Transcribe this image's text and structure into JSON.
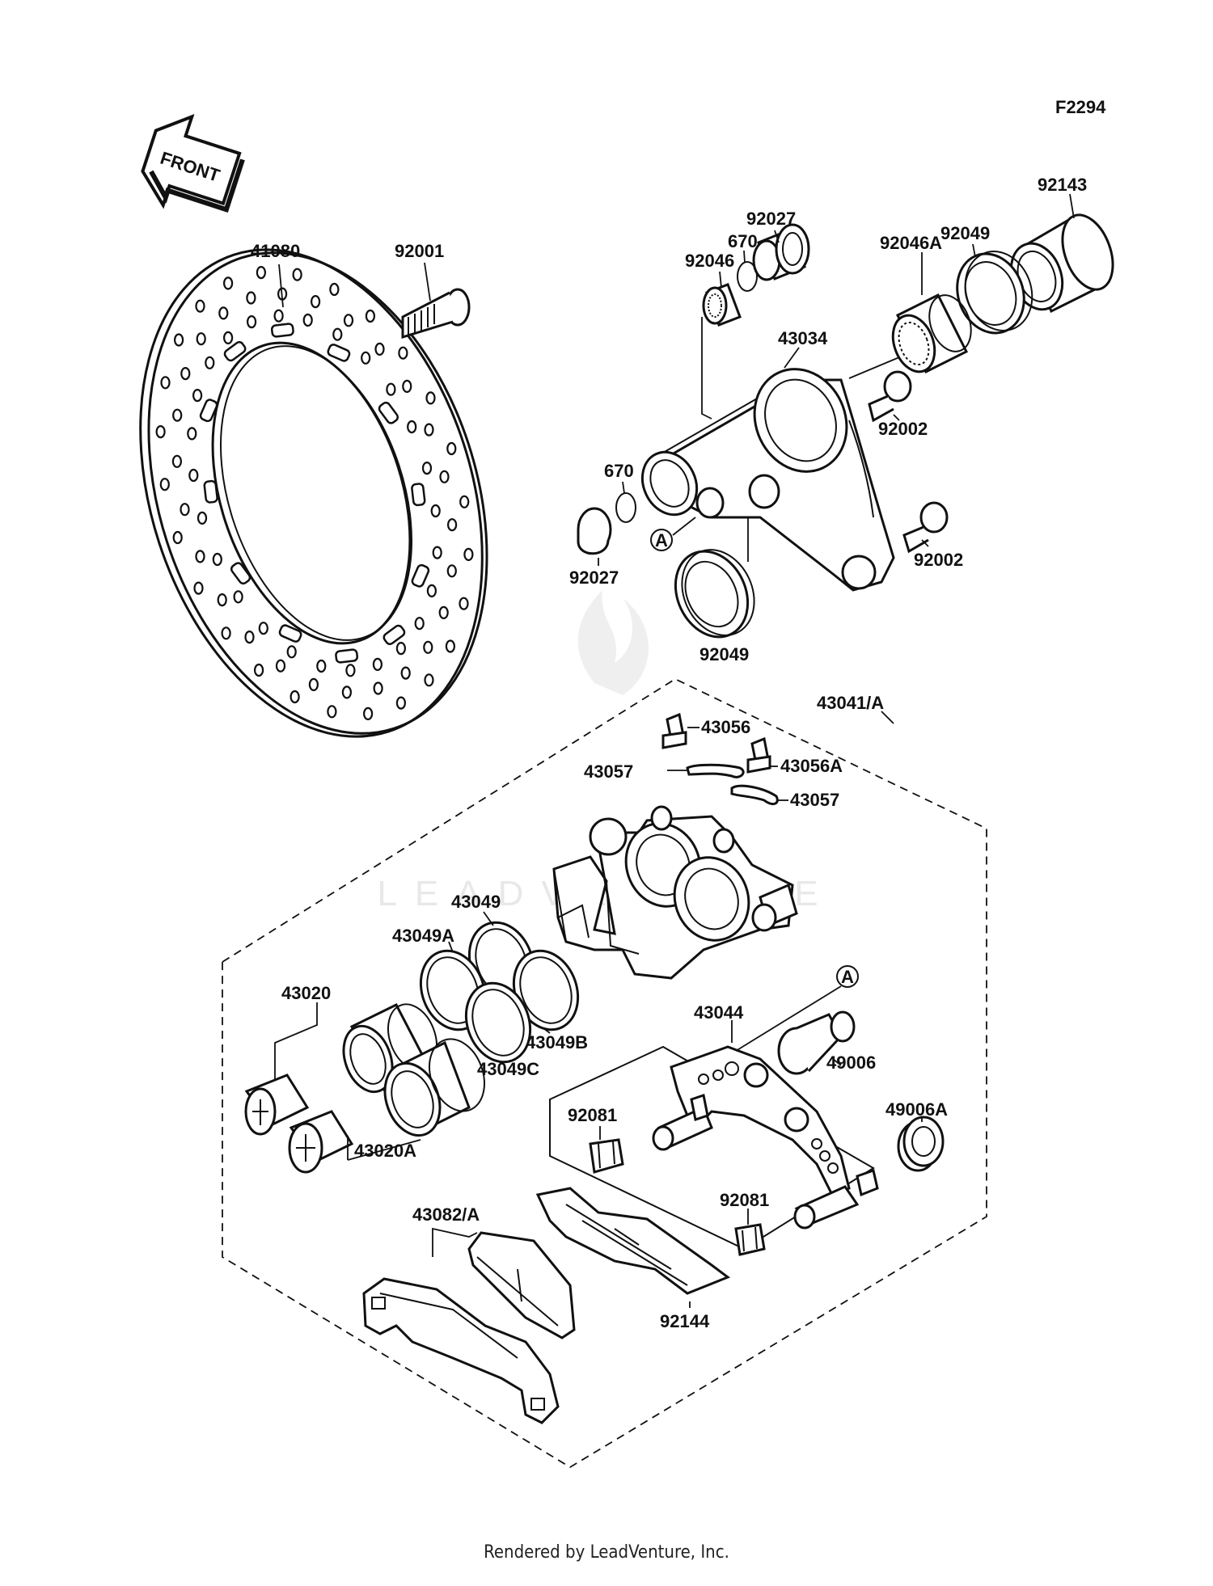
{
  "diagram_id": "F2294",
  "front_label": "FRONT",
  "watermark": "LEADVENTURE",
  "footer": "Rendered by LeadVenture, Inc.",
  "callouts": {
    "p41080": "41080",
    "p92001": "92001",
    "p92027_top": "92027",
    "p670_top": "670",
    "p92046": "92046",
    "p92143": "92143",
    "p92049_top": "92049",
    "p92046A": "92046A",
    "p43034": "43034",
    "p92002_top": "92002",
    "p670_left": "670",
    "p92027_left": "92027",
    "p92002_bottom": "92002",
    "p92049_bottom": "92049",
    "p43041A": "43041/A",
    "p43056": "43056",
    "p43057_left": "43057",
    "p43056A": "43056A",
    "p43057_right": "43057",
    "p43049": "43049",
    "p43049A": "43049A",
    "p43020": "43020",
    "p43049B": "43049B",
    "p43049C": "43049C",
    "p43020A": "43020A",
    "p43044": "43044",
    "p49006": "49006",
    "p49006A": "49006A",
    "p92081_left": "92081",
    "p92081_right": "92081",
    "p43082A": "43082/A",
    "p92144": "92144"
  },
  "markers": {
    "a_left": "A",
    "a_right": "A"
  }
}
